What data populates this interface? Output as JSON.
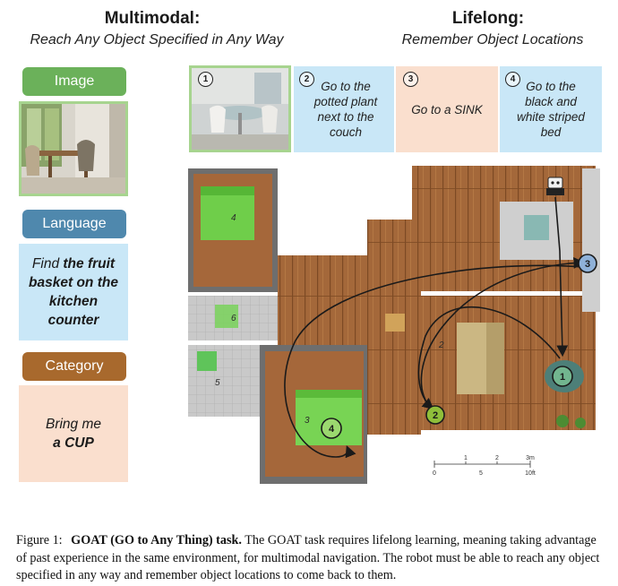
{
  "left_header": {
    "title": "Multimodal:",
    "subtitle": "Reach Any Object Specified in Any Way"
  },
  "right_header": {
    "title": "Lifelong:",
    "subtitle": "Remember Object Locations"
  },
  "modalities": {
    "image_label": "Image",
    "language_label": "Language",
    "language_text": "Find the fruit basket on the kitchen counter",
    "category_label": "Category",
    "category_text": "Bring me a CUP"
  },
  "tasks": [
    {
      "num": "1",
      "text": ""
    },
    {
      "num": "2",
      "text": "Go to the potted plant next to the couch"
    },
    {
      "num": "3",
      "text": "Go to a SINK"
    },
    {
      "num": "4",
      "text": "Go to the black and white striped bed"
    }
  ],
  "map": {
    "room_labels": [
      "4",
      "6",
      "5",
      "3",
      "2"
    ],
    "goal_markers": [
      "1",
      "2",
      "3",
      "4"
    ],
    "scale_ticks_top": [
      "1",
      "2",
      "3m"
    ],
    "scale_ticks_bottom": [
      "0",
      "5",
      "10ft"
    ]
  },
  "caption": {
    "figure": "Figure 1:",
    "title": "GOAT (GO to Any Thing) task.",
    "body": "The GOAT task requires lifelong learning, meaning taking advantage of past experience in the same environment, for multimodal navigation. The robot must be able to reach any object specified in any way and remember object locations to come back to them."
  },
  "colors": {
    "image_green": "#6bb15a",
    "language_blue": "#4f88ad",
    "category_brown": "#a8692d",
    "language_bg": "#c9e7f7",
    "category_bg": "#fadfce",
    "wood": "#a4683a"
  }
}
